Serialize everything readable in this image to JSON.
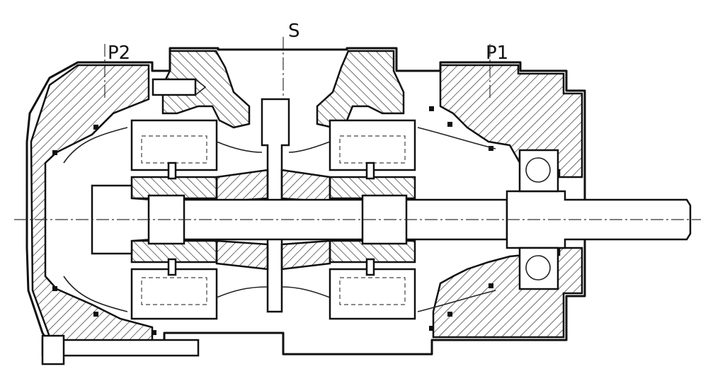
{
  "labels": {
    "suction_port": "S",
    "pressure_port_1": "P1",
    "pressure_port_2": "P2"
  },
  "colors": {
    "line": "#111111",
    "background": "#ffffff"
  }
}
